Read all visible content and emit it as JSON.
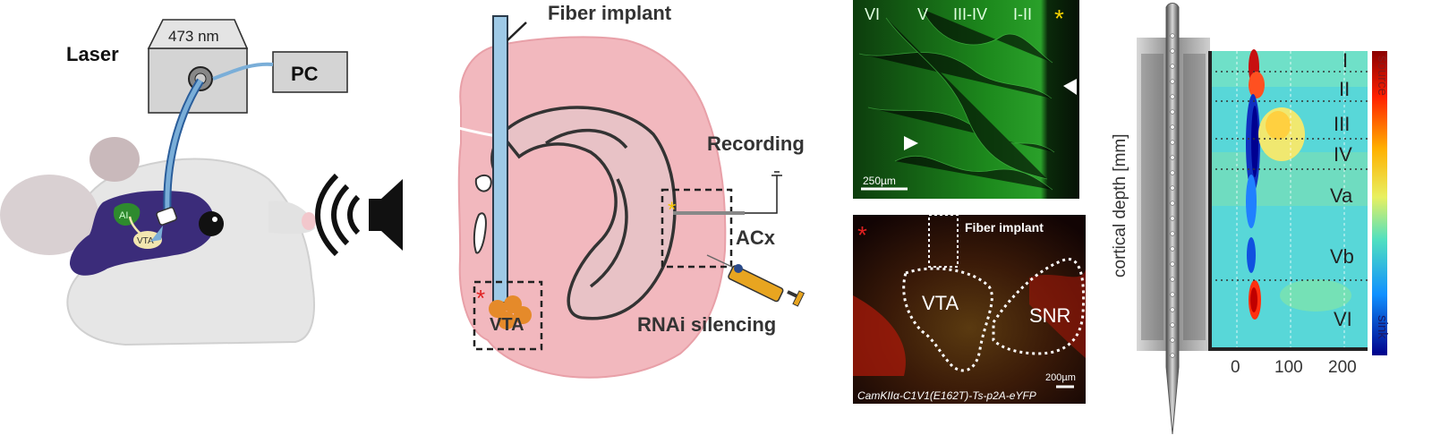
{
  "setup": {
    "laser_label": "Laser",
    "wavelength": "473 nm",
    "pc_label": "PC",
    "ai_label": "AI",
    "vta_label": "VTA"
  },
  "slice": {
    "fiber_label": "Fiber implant",
    "recording_label": "Recording",
    "acx_label": "ACx",
    "rnai_label": "RNAi silencing",
    "vta_label": "VTA",
    "red_star": "*",
    "yellow_star": "*"
  },
  "histology_top": {
    "layers": [
      "VI",
      "V",
      "III-IV",
      "I-II"
    ],
    "star": "*",
    "scale_label": "250µm",
    "colors": {
      "tissue": "#1f8f1f",
      "background": "#0a1a0a"
    }
  },
  "histology_bottom": {
    "star": "*",
    "fiber_label": "Fiber implant",
    "vta_label": "VTA",
    "snr_label": "SNR",
    "scale_label": "200µm",
    "caption": "CamKIIα-C1V1(E162T)-Ts-p2A-eYFP"
  },
  "csd": {
    "ylabel": "cortical depth [mm]",
    "layers": [
      "I",
      "II",
      "III",
      "IV",
      "Va",
      "Vb",
      "VI"
    ],
    "xticks": [
      "0",
      "100",
      "200"
    ],
    "colorbar_top": "source",
    "colorbar_bottom": "sink",
    "colors": {
      "sink": "#00008b",
      "mid": "#4fd0e0",
      "source": "#8b0000"
    }
  }
}
